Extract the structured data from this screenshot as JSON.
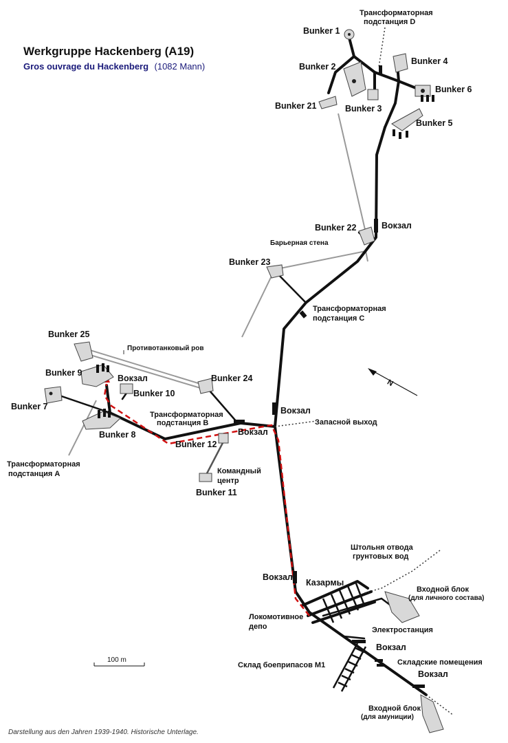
{
  "title": "Werkgruppe Hackenberg (A19)",
  "subtitle_bold": "Gros ouvrage du Hackenberg",
  "subtitle_normal": "(1082 Mann)",
  "footer": "Darstellung aus den Jahren 1939-1940. Historische Unterlage.",
  "scale_label": "100 m",
  "north_label": "N",
  "labels": {
    "bunker1": "Bunker 1",
    "bunker2": "Bunker 2",
    "bunker3": "Bunker 3",
    "bunker4": "Bunker 4",
    "bunker5": "Bunker 5",
    "bunker6": "Bunker 6",
    "bunker7": "Bunker 7",
    "bunker8": "Bunker 8",
    "bunker9": "Bunker 9",
    "bunker10": "Bunker 10",
    "bunker11": "Bunker 11",
    "bunker12": "Bunker 12",
    "bunker21": "Bunker 21",
    "bunker22": "Bunker 22",
    "bunker23": "Bunker 23",
    "bunker24": "Bunker 24",
    "bunker25": "Bunker 25",
    "substation_d_1": "Трансформаторная",
    "substation_d_2": "подстанция D",
    "substation_c_1": "Трансформаторная",
    "substation_c_2": "подстанция C",
    "substation_b_1": "Трансформаторная",
    "substation_b_2": "подстанция B",
    "substation_a_1": "Трансформаторная",
    "substation_a_2": "подстанция A",
    "station_top": "Вокзал",
    "station_mid": "Вокзал",
    "station_west": "Вокзал",
    "station_b": "Вокзал",
    "station_lower": "Вокзал",
    "station_depot": "Вокзал",
    "station_bottom": "Вокзал",
    "barrier_wall": "Барьерная стена",
    "antitank_ditch": "Противотанковый ров",
    "emergency_exit": "Запасной выход",
    "command_center_1": "Командный",
    "command_center_2": "центр",
    "drainage_1": "Штольня отвода",
    "drainage_2": "грунтовых вод",
    "barracks": "Казармы",
    "entrance_personnel": "Входной блок",
    "entrance_personnel_sub": "(для личного состава)",
    "power_station": "Электростанция",
    "depot_1": "Локомотивное",
    "depot_2": "депо",
    "warehouses": "Складские помещения",
    "ammo_store": "Склад боеприпасов M1",
    "entrance_ammo": "Входной блок",
    "entrance_ammo_sub": "(для амуниции)"
  }
}
